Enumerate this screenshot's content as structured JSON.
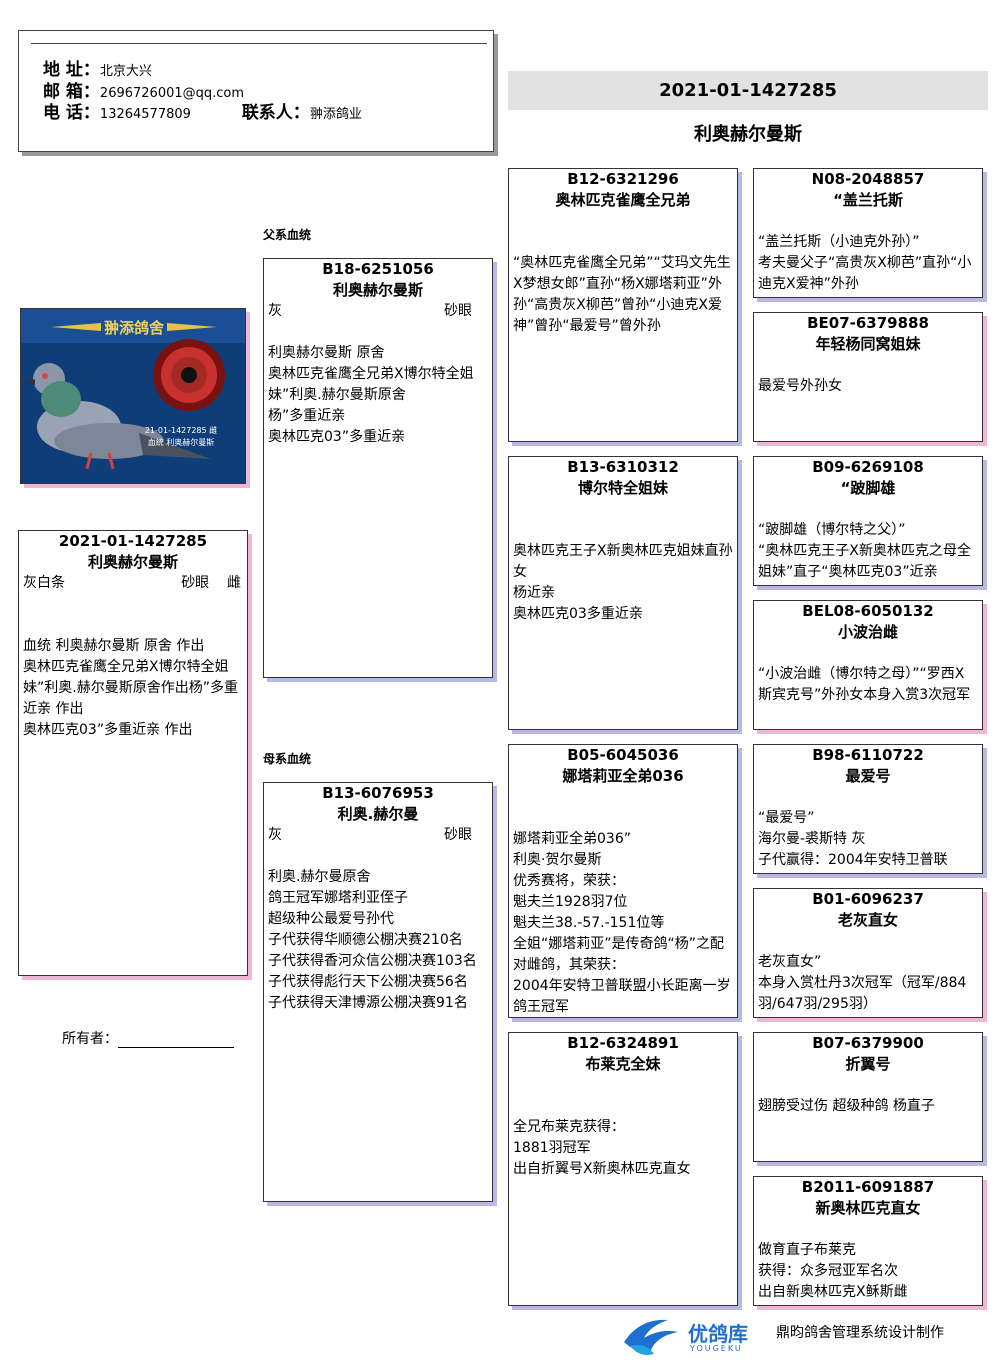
{
  "contact": {
    "address_label": "地 址：",
    "address": "北京大兴",
    "email_label": "邮 箱：",
    "email": "2696726001@qq.com",
    "phone_label": "电 话：",
    "phone": "13264577809",
    "contact_label": "联系人：",
    "contact": "翀添鸽业"
  },
  "header": {
    "ring": "2021-01-1427285",
    "name": "利奥赫尔曼斯"
  },
  "subject": {
    "ring": "2021-01-1427285",
    "name": "利奥赫尔曼斯",
    "color": "灰白条",
    "eye": "砂眼",
    "sex": "雌",
    "desc": "血统 利奥赫尔曼斯 原舍 作出\n奥林匹克雀鹰全兄弟X博尔特全姐妹”利奥.赫尔曼斯原舍作出杨”多重近亲 作出\n奥林匹克03”多重近亲 作出"
  },
  "photo": {
    "title": "翀添鸽舍",
    "caption": "21-01-1427285 雌",
    "caption2": "血统 利奥赫尔曼斯"
  },
  "labels": {
    "sire_section": "父系血统",
    "dam_section": "母系血统",
    "owner": "所有者："
  },
  "sire": {
    "ring": "B18-6251056",
    "name": "利奥赫尔曼斯",
    "color": "灰",
    "eye": "砂眼",
    "desc": "利奥赫尔曼斯 原舍\n奥林匹克雀鹰全兄弟X博尔特全姐妹”利奥.赫尔曼斯原舍\n杨”多重近亲\n奥林匹克03”多重近亲"
  },
  "dam": {
    "ring": "B13-6076953",
    "name": "利奥.赫尔曼",
    "color": "灰",
    "eye": "砂眼",
    "desc": "利奥.赫尔曼原舍\n鸽王冠军娜塔利亚侄子\n超级种公最爱号孙代\n子代获得华顺德公棚决赛210名\n子代获得香河众信公棚决赛103名\n子代获得彪行天下公棚决赛56名\n子代获得天津博源公棚决赛91名"
  },
  "sire_sire": {
    "ring": "B12-6321296",
    "name": "奥林匹克雀鹰全兄弟",
    "desc": "“奥林匹克雀鹰全兄弟”“艾玛文先生X梦想女郎”直孙“杨X娜塔莉亚”外孙“高贵灰X柳芭”曾孙“小迪克X爱神”曾孙“最爱号”曾外孙"
  },
  "sire_dam": {
    "ring": "B13-6310312",
    "name": "博尔特全姐妹",
    "desc": "奥林匹克王子X新奥林匹克姐妹直孙女\n杨近亲\n奥林匹克03多重近亲"
  },
  "dam_sire": {
    "ring": "B05-6045036",
    "name": "娜塔莉亚全弟036",
    "desc": "娜塔莉亚全弟036”\n利奥·贺尔曼斯\n优秀赛将，荣获：\n魁夫兰1928羽7位\n魁夫兰38.-57.-151位等\n全姐“娜塔莉亚”是传奇鸽“杨”之配对雌鸽，其荣获：\n2004年安特卫普联盟小长距离一岁鸽王冠军"
  },
  "dam_dam": {
    "ring": "B12-6324891",
    "name": "布莱克全妹",
    "desc": "全兄布莱克获得：\n1881羽冠军\n出自折翼号X新奥林匹克直女"
  },
  "g3": [
    {
      "ring": "N08-2048857",
      "name": "“盖兰托斯",
      "desc": "“盖兰托斯（小迪克外孙）”\n考夫曼父子“高贵灰X柳芭”直孙“小迪克X爱神”外孙"
    },
    {
      "ring": "BE07-6379888",
      "name": "年轻杨同窝姐妹",
      "desc": "最爱号外孙女"
    },
    {
      "ring": "B09-6269108",
      "name": "“跛脚雄",
      "desc": "“跛脚雄（博尔特之父）”\n“奥林匹克王子X新奥林匹克之母全姐妹”直子“奥林匹克03”近亲"
    },
    {
      "ring": "BEL08-6050132",
      "name": "小波治雌",
      "desc": "“小波治雌（博尔特之母）”“罗西X斯宾克号”外孙女本身入赏3次冠军"
    },
    {
      "ring": "B98-6110722",
      "name": "最爱号",
      "desc": "“最爱号”\n海尔曼-裘斯特 灰\n子代赢得：2004年安特卫普联"
    },
    {
      "ring": "B01-6096237",
      "name": "老灰直女",
      "desc": "老灰直女”\n本身入赏杜丹3次冠军（冠军/884羽/647羽/295羽）"
    },
    {
      "ring": "B07-6379900",
      "name": "折翼号",
      "desc": "翅膀受过伤 超级种鸽 杨直子"
    },
    {
      "ring": "B2011-6091887",
      "name": "新奥林匹克直女",
      "desc": "做育直子布莱克\n获得：众多冠亚军名次\n出自新奥林匹克X稣斯雌"
    }
  ],
  "footer": {
    "brand": "优鸽库",
    "brand_en": "YOUGEKU",
    "credit": "鼎昀鸽舍管理系统设计制作"
  }
}
